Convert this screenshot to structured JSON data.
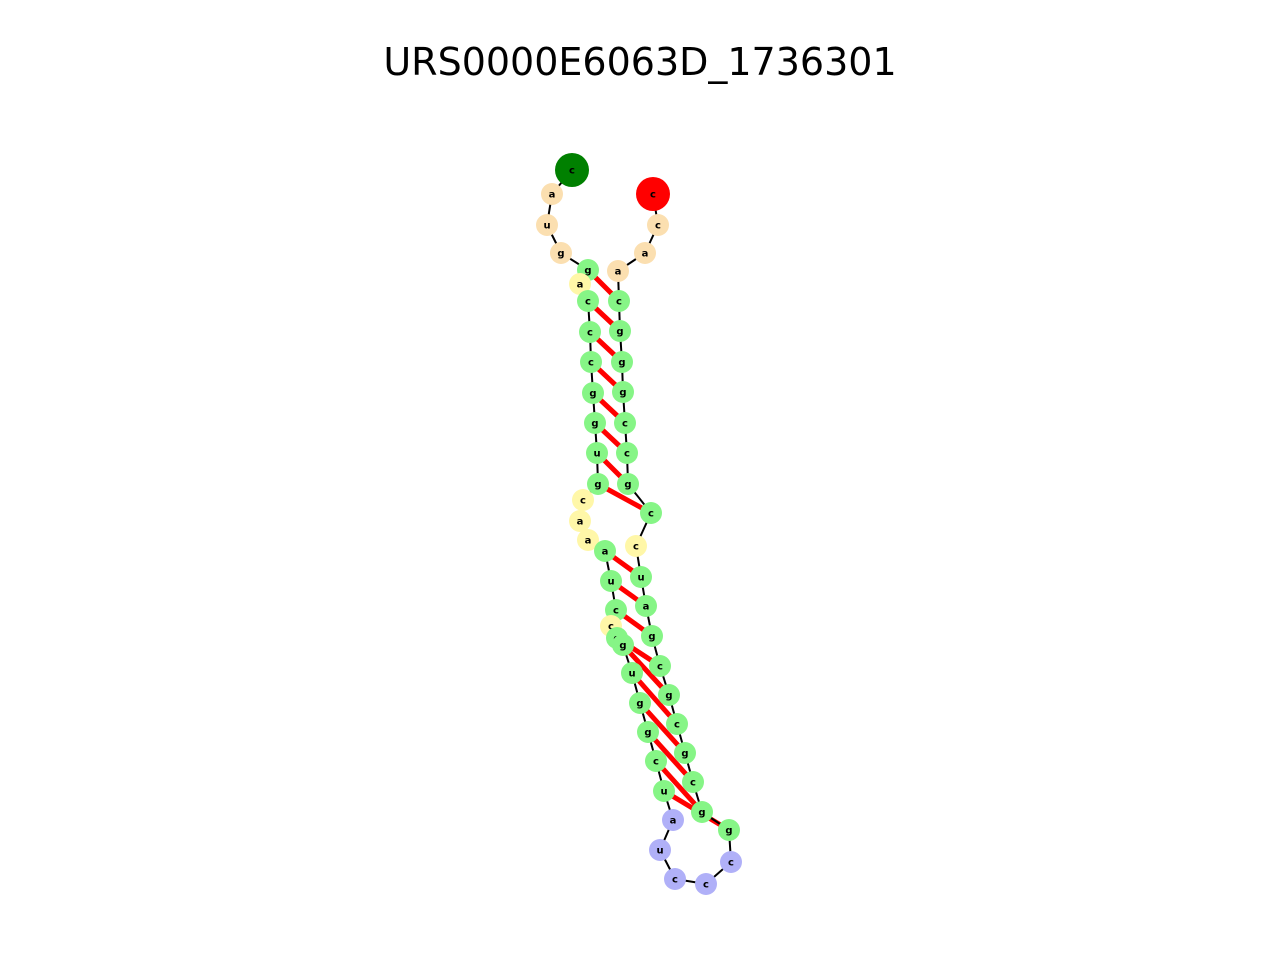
{
  "title": "URS0000E6063D_1736301",
  "colors": {
    "stem": "#86f586",
    "interior_loop": "#fff7a8",
    "hairpin_loop": "#b0b0f8",
    "exterior": "#fbdfb0",
    "five_prime": "#008000",
    "three_prime": "#ff0000",
    "pair_bond": "#ff0000",
    "backbone": "#000000"
  },
  "nucleotides": [
    {
      "base": "c",
      "role": "five_prime"
    },
    {
      "base": "a",
      "role": "exterior"
    },
    {
      "base": "u",
      "role": "exterior"
    },
    {
      "base": "g",
      "role": "exterior"
    },
    {
      "base": "g",
      "role": "stem"
    },
    {
      "base": "a",
      "role": "interior_loop"
    },
    {
      "base": "c",
      "role": "stem"
    },
    {
      "base": "c",
      "role": "stem"
    },
    {
      "base": "c",
      "role": "stem"
    },
    {
      "base": "g",
      "role": "stem"
    },
    {
      "base": "g",
      "role": "stem"
    },
    {
      "base": "u",
      "role": "stem"
    },
    {
      "base": "g",
      "role": "stem"
    },
    {
      "base": "c",
      "role": "interior_loop"
    },
    {
      "base": "a",
      "role": "interior_loop"
    },
    {
      "base": "a",
      "role": "interior_loop"
    },
    {
      "base": "a",
      "role": "stem"
    },
    {
      "base": "u",
      "role": "stem"
    },
    {
      "base": "c",
      "role": "stem"
    },
    {
      "base": "c",
      "role": "interior_loop"
    },
    {
      "base": "g",
      "role": "stem"
    },
    {
      "base": "g",
      "role": "stem"
    },
    {
      "base": "u",
      "role": "stem"
    },
    {
      "base": "g",
      "role": "stem"
    },
    {
      "base": "g",
      "role": "stem"
    },
    {
      "base": "c",
      "role": "stem"
    },
    {
      "base": "u",
      "role": "stem"
    },
    {
      "base": "a",
      "role": "hairpin_loop"
    },
    {
      "base": "u",
      "role": "hairpin_loop"
    },
    {
      "base": "c",
      "role": "hairpin_loop"
    },
    {
      "base": "c",
      "role": "hairpin_loop"
    },
    {
      "base": "c",
      "role": "hairpin_loop"
    },
    {
      "base": "g",
      "role": "stem"
    },
    {
      "base": "g",
      "role": "stem"
    },
    {
      "base": "c",
      "role": "stem"
    },
    {
      "base": "g",
      "role": "stem"
    },
    {
      "base": "c",
      "role": "stem"
    },
    {
      "base": "g",
      "role": "stem"
    },
    {
      "base": "c",
      "role": "stem"
    },
    {
      "base": "g",
      "role": "stem"
    },
    {
      "base": "a",
      "role": "stem"
    },
    {
      "base": "u",
      "role": "stem"
    },
    {
      "base": "c",
      "role": "interior_loop"
    },
    {
      "base": "c",
      "role": "stem"
    },
    {
      "base": "g",
      "role": "stem"
    },
    {
      "base": "c",
      "role": "stem"
    },
    {
      "base": "c",
      "role": "stem"
    },
    {
      "base": "g",
      "role": "stem"
    },
    {
      "base": "g",
      "role": "stem"
    },
    {
      "base": "g",
      "role": "stem"
    },
    {
      "base": "c",
      "role": "stem"
    },
    {
      "base": "a",
      "role": "exterior"
    },
    {
      "base": "a",
      "role": "exterior"
    },
    {
      "base": "c",
      "role": "exterior"
    },
    {
      "base": "c",
      "role": "three_prime"
    }
  ],
  "base_pairs": [
    [
      5,
      51
    ],
    [
      7,
      50
    ],
    [
      8,
      49
    ],
    [
      9,
      48
    ],
    [
      10,
      47
    ],
    [
      11,
      46
    ],
    [
      12,
      45
    ],
    [
      13,
      44
    ],
    [
      17,
      42
    ],
    [
      18,
      41
    ],
    [
      19,
      40
    ],
    [
      21,
      39
    ],
    [
      22,
      38
    ],
    [
      23,
      37
    ],
    [
      24,
      36
    ],
    [
      25,
      35
    ],
    [
      26,
      34
    ],
    [
      27,
      33
    ]
  ]
}
